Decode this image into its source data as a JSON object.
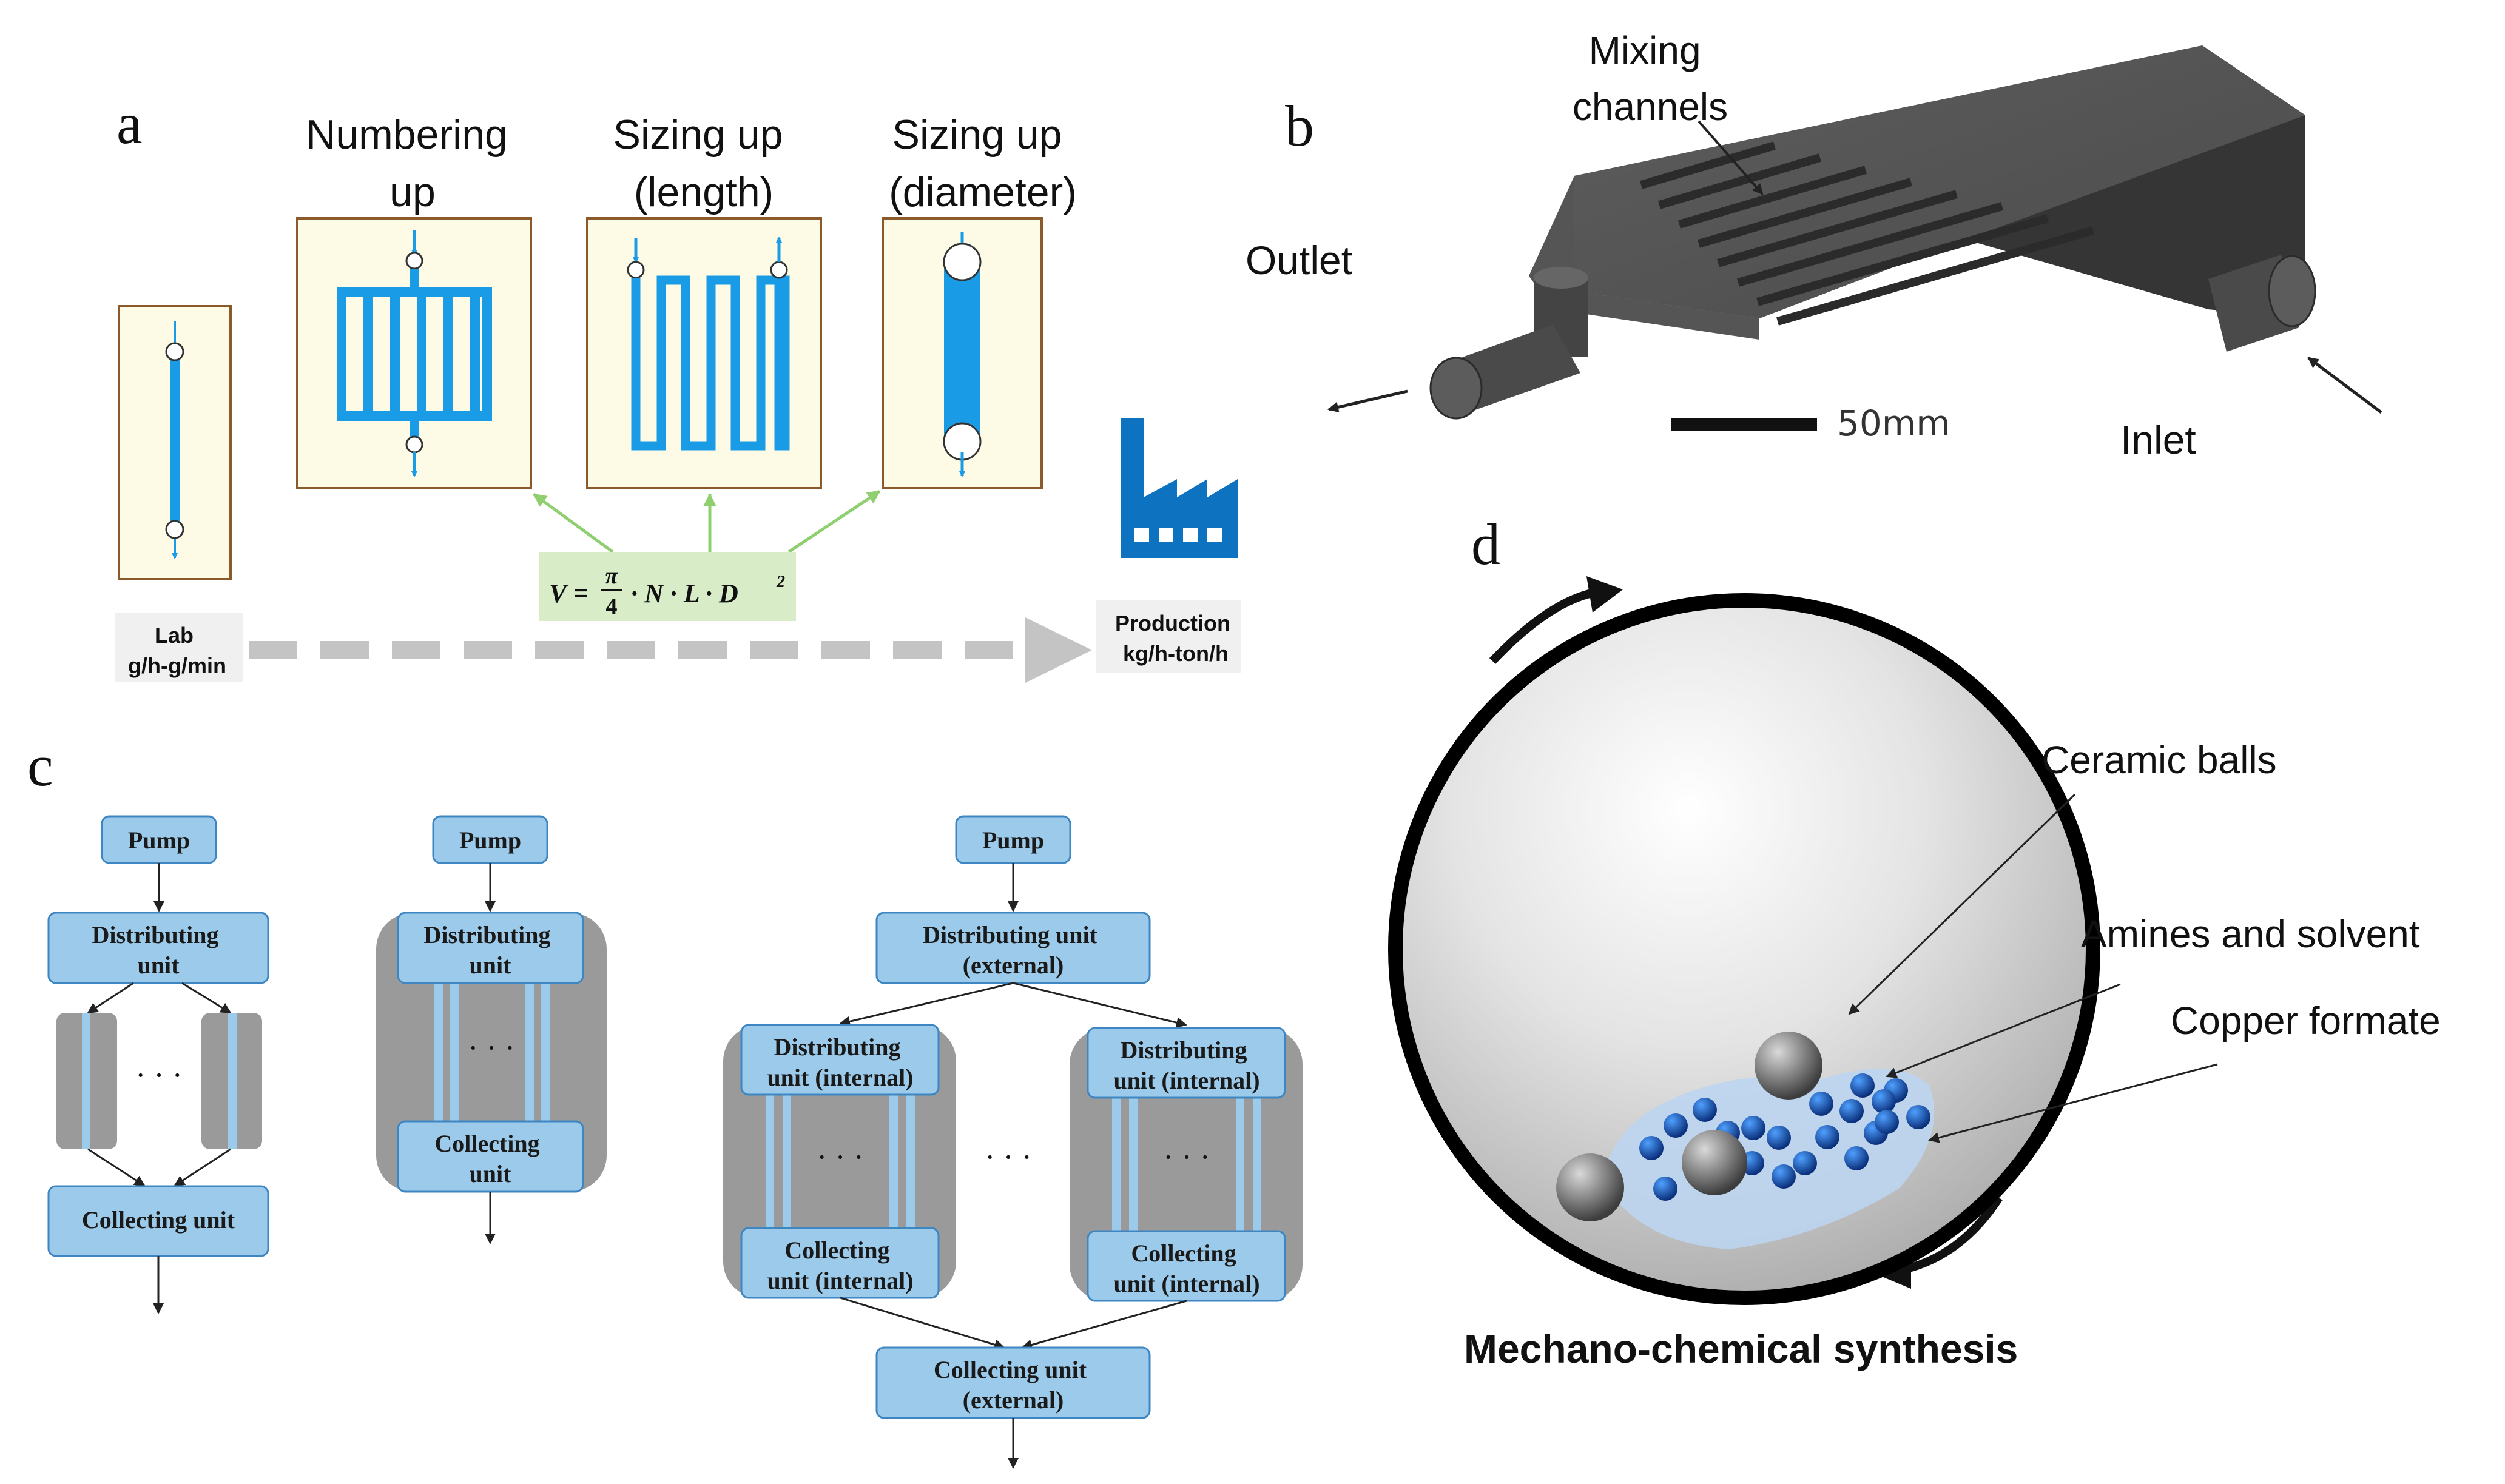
{
  "panels": {
    "a": {
      "letter": "a",
      "col_numbering": [
        "Numbering",
        "up"
      ],
      "col_length": [
        "Sizing up",
        "(length)"
      ],
      "col_diameter": [
        "Sizing up",
        "(diameter)"
      ],
      "formula": {
        "lhs": "V =",
        "pi": "π",
        "four": "4",
        "rest": "· N · L · D",
        "exp": "2"
      },
      "lab": [
        "Lab",
        "g/h-g/min"
      ],
      "production": [
        "Production",
        "kg/h-ton/h"
      ],
      "colors": {
        "channel": "#1a9be6",
        "box_fill": "#fdfbe6",
        "box_border": "#8a5a2b",
        "arrow": "#c4c4c4",
        "formula_bg": "#d8ecc8",
        "factory": "#0d73c0"
      }
    },
    "b": {
      "letter": "b",
      "mixing": [
        "Mixing",
        "channels"
      ],
      "outlet": "Outlet",
      "inlet": "Inlet",
      "scale": "50mm"
    },
    "c": {
      "letter": "c",
      "col1": {
        "pump": "Pump",
        "distributing": [
          "Distributing",
          "unit"
        ],
        "collecting": "Collecting unit"
      },
      "col2": {
        "pump": "Pump",
        "distributing": [
          "Distributing",
          "unit"
        ],
        "collecting": [
          "Collecting",
          "unit"
        ]
      },
      "col3": {
        "pump": "Pump",
        "distributing": [
          "Distributing unit",
          "(external)"
        ],
        "dist_internal": [
          "Distributing",
          "unit (internal)"
        ],
        "coll_internal": [
          "Collecting",
          "unit (internal)"
        ],
        "collecting": [
          "Collecting unit",
          "(external)"
        ]
      },
      "ellipsis": "· · ·",
      "colors": {
        "box": "#9ccaea",
        "box_border": "#3e86c2",
        "gray": "#9a9a9a"
      }
    },
    "d": {
      "letter": "d",
      "ceramic": "Ceramic balls",
      "amines": "Amines and solvent",
      "copper": "Copper formate",
      "title": "Mechano-chemical synthesis"
    }
  }
}
